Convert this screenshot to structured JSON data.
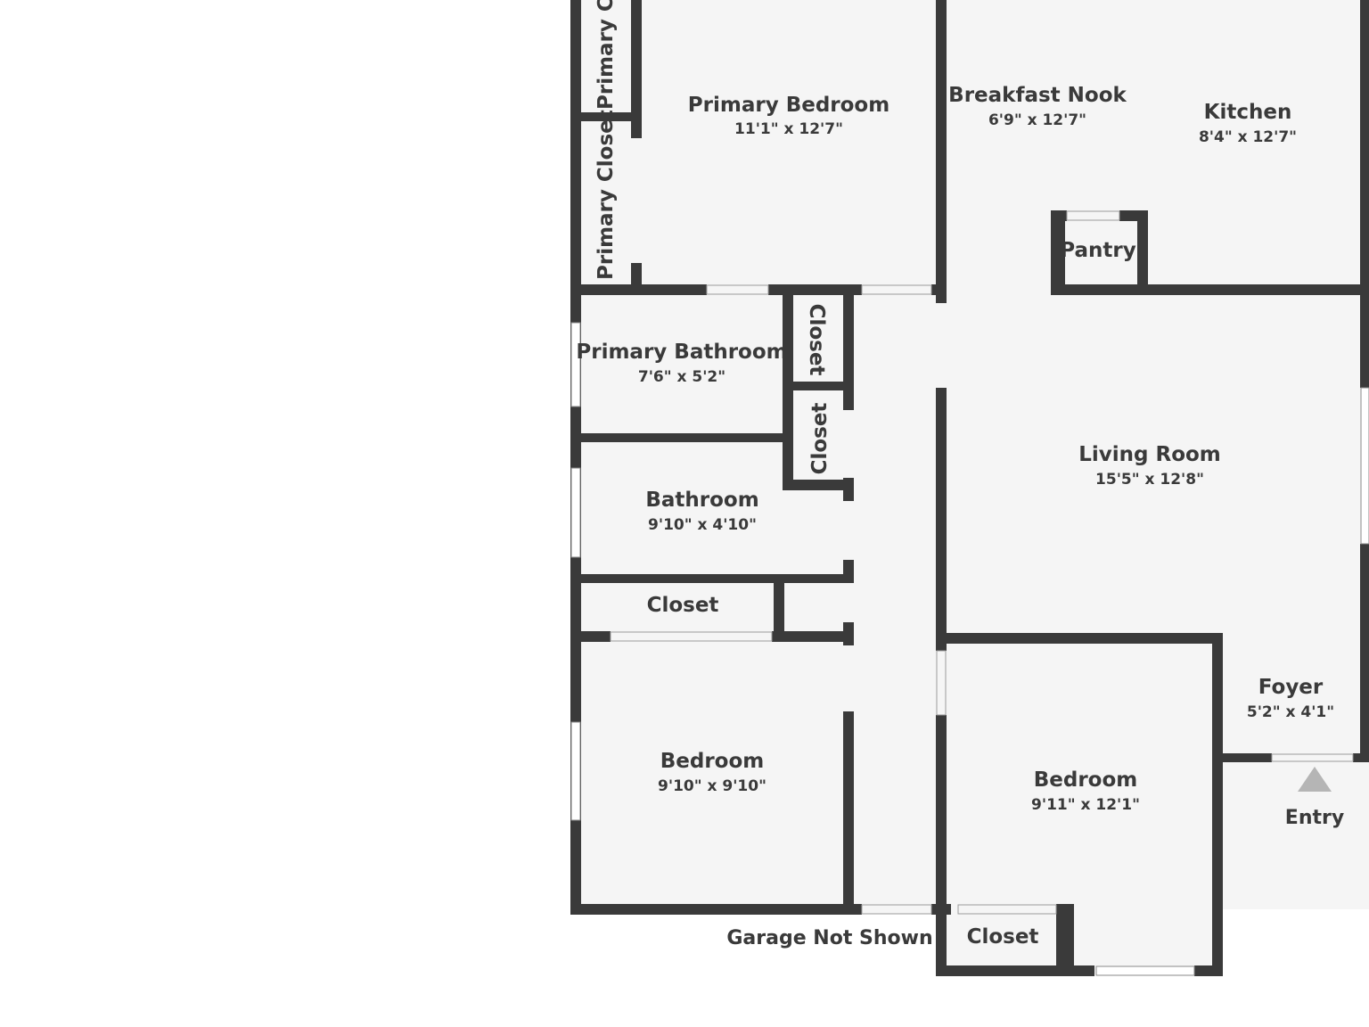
{
  "rooms": {
    "primary_closet_top": {
      "name": "Primary Cl"
    },
    "primary_closet": {
      "name": "Primary Closet"
    },
    "primary_bedroom": {
      "name": "Primary Bedroom",
      "dims": "11'1\" x 12'7\""
    },
    "breakfast_nook": {
      "name": "Breakfast Nook",
      "dims": "6'9\" x 12'7\""
    },
    "kitchen": {
      "name": "Kitchen",
      "dims": "8'4\" x 12'7\""
    },
    "pantry": {
      "name": "Pantry"
    },
    "primary_bathroom": {
      "name": "Primary Bathroom",
      "dims": "7'6\" x 5'2\""
    },
    "closet_a": {
      "name": "Closet"
    },
    "closet_b": {
      "name": "Closet"
    },
    "living_room": {
      "name": "Living Room",
      "dims": "15'5\" x 12'8\""
    },
    "bathroom": {
      "name": "Bathroom",
      "dims": "9'10\" x 4'10\""
    },
    "hall_closet": {
      "name": "Closet"
    },
    "bedroom_left": {
      "name": "Bedroom",
      "dims": "9'10\" x 9'10\""
    },
    "foyer": {
      "name": "Foyer",
      "dims": "5'2\" x 4'1\""
    },
    "bedroom_right": {
      "name": "Bedroom",
      "dims": "9'11\" x 12'1\""
    },
    "bedroom_closet": {
      "name": "Closet"
    }
  },
  "notes": {
    "entry": "Entry",
    "garage": "Garage Not Shown"
  },
  "colors": {
    "wall": "#3a3a3a",
    "floor": "#f5f5f5",
    "text": "#3a3a3a",
    "entry_marker": "#b5b5b5"
  }
}
